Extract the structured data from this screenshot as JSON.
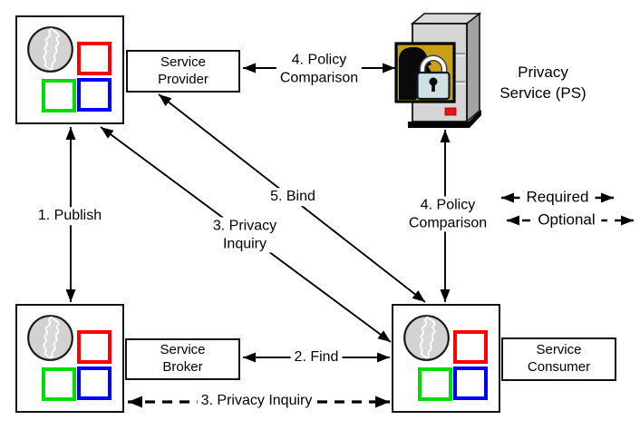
{
  "nodes": {
    "service_provider": "Service\nProvider",
    "service_broker": "Service\nBroker",
    "service_consumer": "Service\nConsumer",
    "privacy_service": "Privacy\nService (PS)"
  },
  "edges": {
    "publish": "1. Publish",
    "find": "2. Find",
    "privacy_inquiry_diagonal": "3. Privacy\nInquiry",
    "privacy_inquiry_dashed": "3. Privacy Inquiry",
    "policy_comparison_top": "4. Policy\nComparison",
    "policy_comparison_right": "4. Policy\nComparison",
    "bind": "5. Bind"
  },
  "legend": {
    "required": "Required",
    "optional": "Optional"
  },
  "icons": {
    "web_service_node": "globe-icon",
    "privacy_service": "server-tower-lock-face-icon"
  },
  "colors": {
    "line": "#000000",
    "square_red": "#fe0000",
    "square_green": "#00dd00",
    "square_blue": "#0000fe",
    "globe_fill": "#d2d2d2",
    "server_front": "#d5d5d5",
    "server_side": "#a3a3a3",
    "server_top": "#dadada",
    "badge_gold": "#c8a11a",
    "lock_body": "#cfe0e0",
    "led_red": "#e51515"
  }
}
